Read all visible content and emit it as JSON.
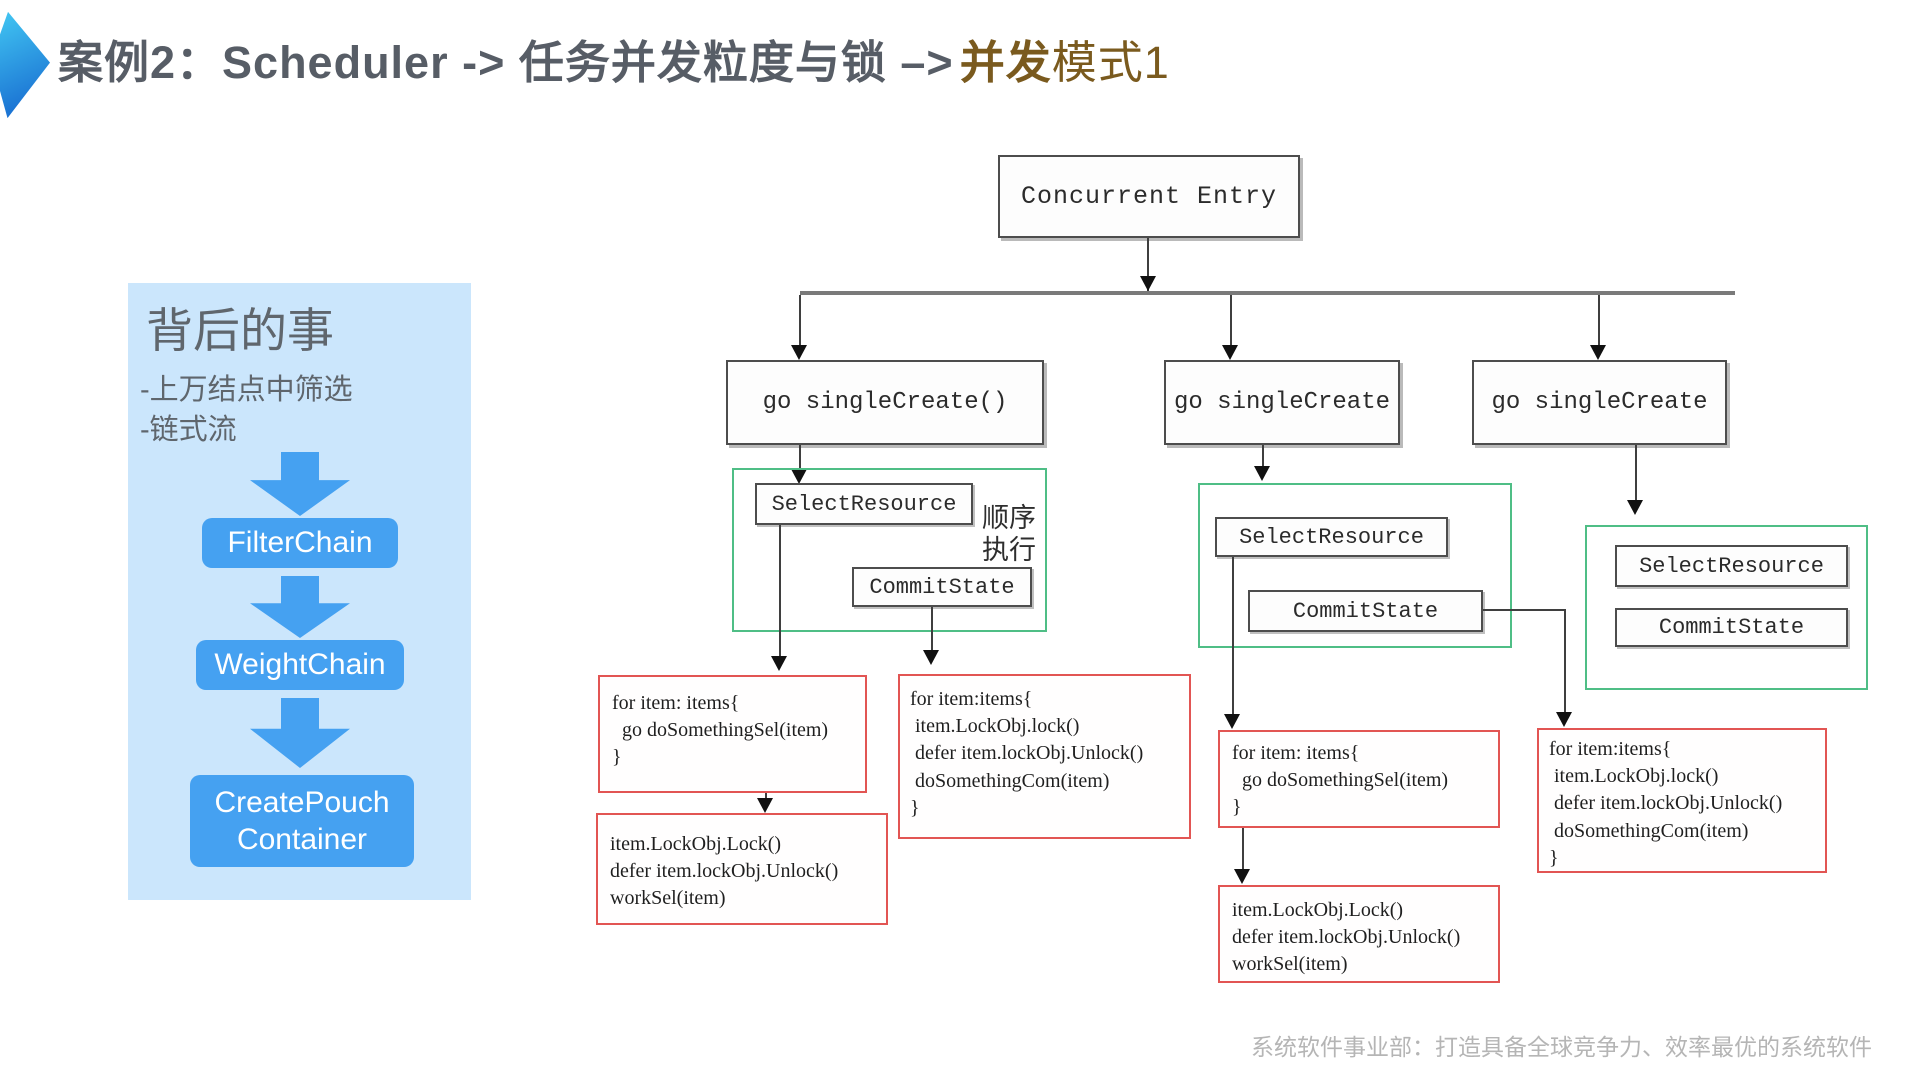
{
  "title": {
    "part1": "案例2：Scheduler -> 任务并发粒度与锁 –>",
    "part2_bold": "并发",
    "part3": "模式1"
  },
  "sidebar": {
    "heading": "背后的事",
    "bullets": [
      "-上万结点中筛选",
      "-链式流"
    ],
    "steps": [
      "FilterChain",
      "WeightChain",
      "CreatePouch\nContainer"
    ]
  },
  "flowchart": {
    "root_label": "Concurrent Entry",
    "branch_labels": [
      "go singleCreate()",
      "go singleCreate",
      "go singleCreate"
    ],
    "select_label": "SelectResource",
    "commit_label": "CommitState",
    "seq_note": "顺序\n执行",
    "code": {
      "sel_loop": "for item: items{\n  go doSomethingSel(item)\n}",
      "commit_loop": "for item:items{\n item.LockObj.lock()\n defer item.lockObj.Unlock()\n doSomethingCom(item)\n}",
      "lock_work": "item.LockObj.Lock()\ndefer item.lockObj.Unlock()\nworkSel(item)"
    }
  },
  "footer": {
    "text": "系统软件事业部：打造具备全球竞争力、效率最优的系统软件"
  },
  "colors": {
    "accent_blue": "#2aa0ee",
    "panel_blue": "#cbe6fc",
    "button_blue": "#45a1f1",
    "title_gray": "#575d66",
    "highlight_brown": "#7a5a1e",
    "group_green": "#4fbe86",
    "code_red": "#e25553"
  }
}
